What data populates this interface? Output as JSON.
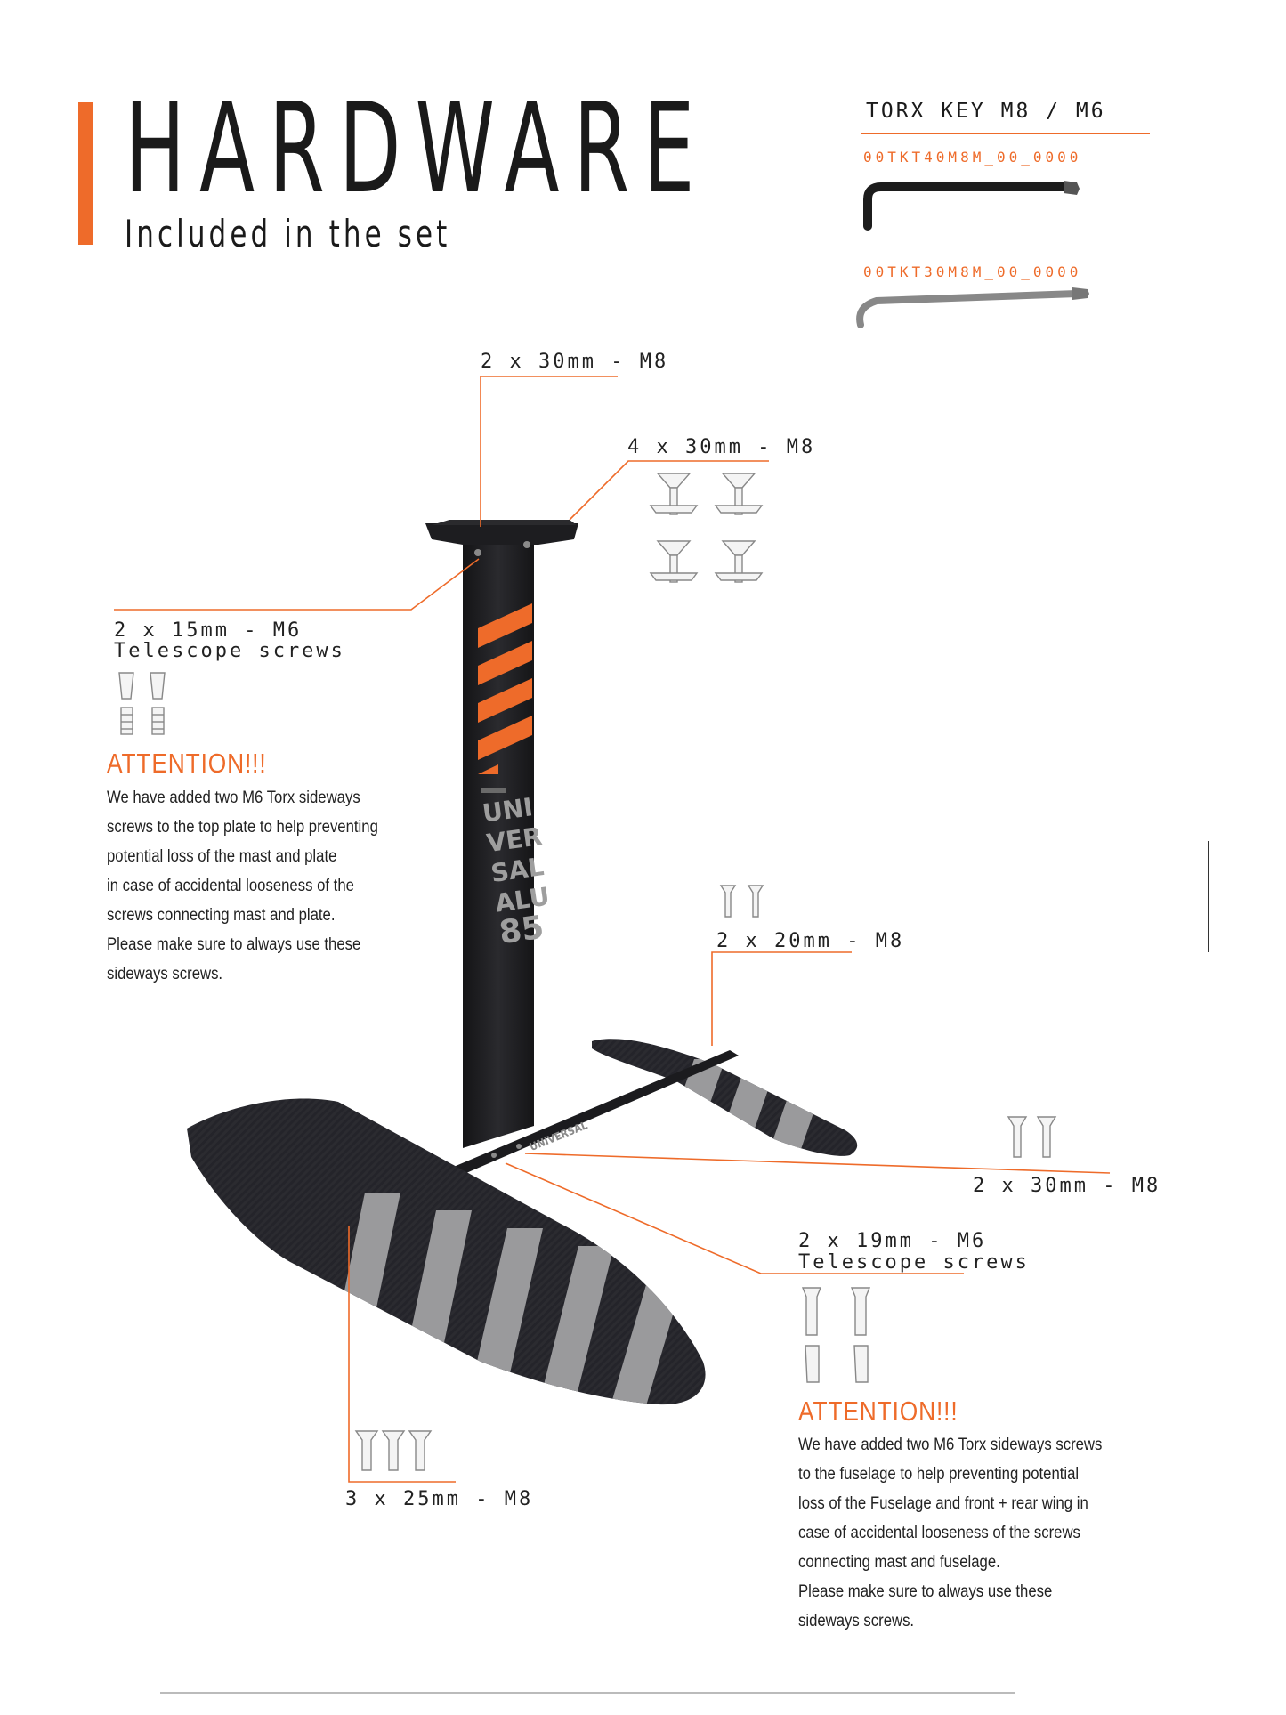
{
  "header": {
    "title": "HARDWARE",
    "subtitle": "Included in the set"
  },
  "torx": {
    "title": "TORX KEY M8 / M6",
    "code_1": "00TKT40M8M_00_0000",
    "code_2": "00TKT30M8M_00_0000"
  },
  "labels": {
    "top_plate": "2 x 30mm - M8",
    "plate_4": "4 x 30mm - M8",
    "telescope_top_1": "2 x 15mm - M6",
    "telescope_top_2": "Telescope screws",
    "rear_wing": "2 x 20mm - M8",
    "fuselage_mast": "2 x 30mm - M8",
    "telescope_fus_1": "2 x 19mm - M6",
    "telescope_fus_2": "Telescope screws",
    "front_wing": "3 x 25mm - M8"
  },
  "attention_1": {
    "heading": "ATTENTION!!!",
    "lines": [
      "We have added two M6 Torx sideways",
      "screws to the top plate to help preventing",
      "potential loss of the mast and plate",
      "in case of accidental looseness of the",
      "screws connecting mast and plate.",
      "Please make sure to always use these",
      "sideways screws."
    ]
  },
  "attention_2": {
    "heading": "ATTENTION!!!",
    "lines": [
      "We have added two M6 Torx sideways screws",
      "to the fuselage to help preventing  potential",
      "loss of the  Fuselage and front + rear wing in",
      "case of accidental looseness of the screws",
      "connecting mast and fuselage.",
      "Please make sure to always use these",
      "sideways screws."
    ]
  },
  "mast_print": {
    "lines": [
      "UNI",
      "VER",
      "SAL",
      "ALU",
      "85"
    ],
    "fuselage_text": "UNIVERSAL"
  },
  "colors": {
    "accent": "#ee6b2a",
    "carbon": "#2a2a2e",
    "stripe": "#9a9a9c"
  }
}
